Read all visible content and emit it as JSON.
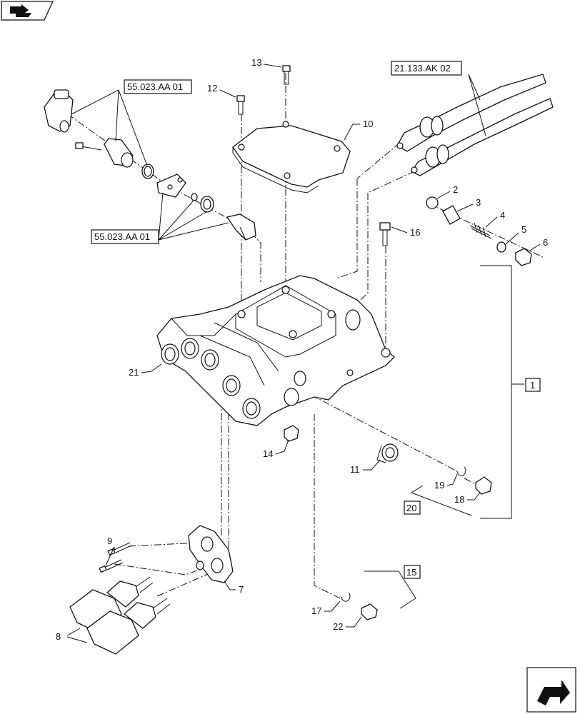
{
  "references": {
    "ref_top": "55.023.AA 01",
    "ref_mid": "55.023.AA 01",
    "ref_cable": "21.133.AK 02"
  },
  "boxed_labels": {
    "assembly": "1",
    "group_20": "20",
    "group_15": "15"
  },
  "callouts": {
    "c2": "2",
    "c3": "3",
    "c4": "4",
    "c5": "5",
    "c6": "6",
    "c7": "7",
    "c8": "8",
    "c9": "9",
    "c10": "10",
    "c11": "11",
    "c12": "12",
    "c13": "13",
    "c14": "14",
    "c16": "16",
    "c17": "17",
    "c18": "18",
    "c19": "19",
    "c21": "21",
    "c22": "22"
  },
  "icons": {
    "top_left": "book-arrow-icon",
    "bottom_right": "next-page-arrow-icon"
  }
}
